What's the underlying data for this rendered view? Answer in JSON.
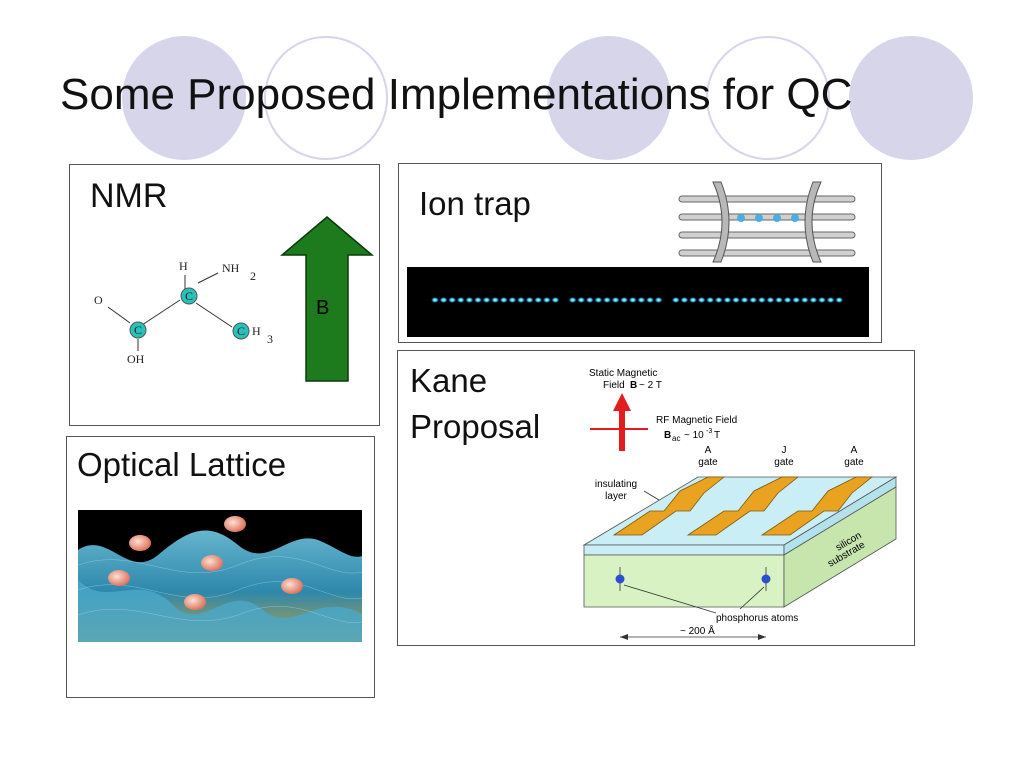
{
  "slide": {
    "title": "Some Proposed Implementations for QC",
    "colors": {
      "decor": "#d6d5ea",
      "arrow": "#1d7a1d",
      "laser_arrow": "#e31d1d",
      "gate": "#e9a321",
      "substrate": "#d9f2c4",
      "insulator": "#c9eef6"
    }
  },
  "nmr": {
    "label": "NMR",
    "arrow_label": "B",
    "molecule": {
      "h": "H",
      "nh": "NH",
      "nh_sub": "2",
      "c": "C",
      "ch": "C",
      "ch_h": "H",
      "ch_sub": "3",
      "o": "O",
      "oh": "OH"
    }
  },
  "ion_trap": {
    "label": "Ion trap"
  },
  "optical_lattice": {
    "label": "Optical Lattice"
  },
  "kane": {
    "label_line1": "Kane",
    "label_line2": "Proposal",
    "static_field_line1": "Static Magnetic",
    "static_field_field": "Field",
    "static_field_sym": "B",
    "static_field_val": "~ 2 T",
    "rf_field_line1": "RF Magnetic Field",
    "rf_sym": "B",
    "rf_sub": "ac",
    "rf_val_a": "~ 10",
    "rf_exp": "-3",
    "rf_val_b": "T",
    "gates": [
      {
        "top": "A",
        "bottom": "gate"
      },
      {
        "top": "J",
        "bottom": "gate"
      },
      {
        "top": "A",
        "bottom": "gate"
      }
    ],
    "insulating_line1": "insulating",
    "insulating_line2": "layer",
    "substrate_line1": "silicon",
    "substrate_line2": "substrate",
    "phosphorus": "phosphorus atoms",
    "scale": "~ 200 Å"
  }
}
